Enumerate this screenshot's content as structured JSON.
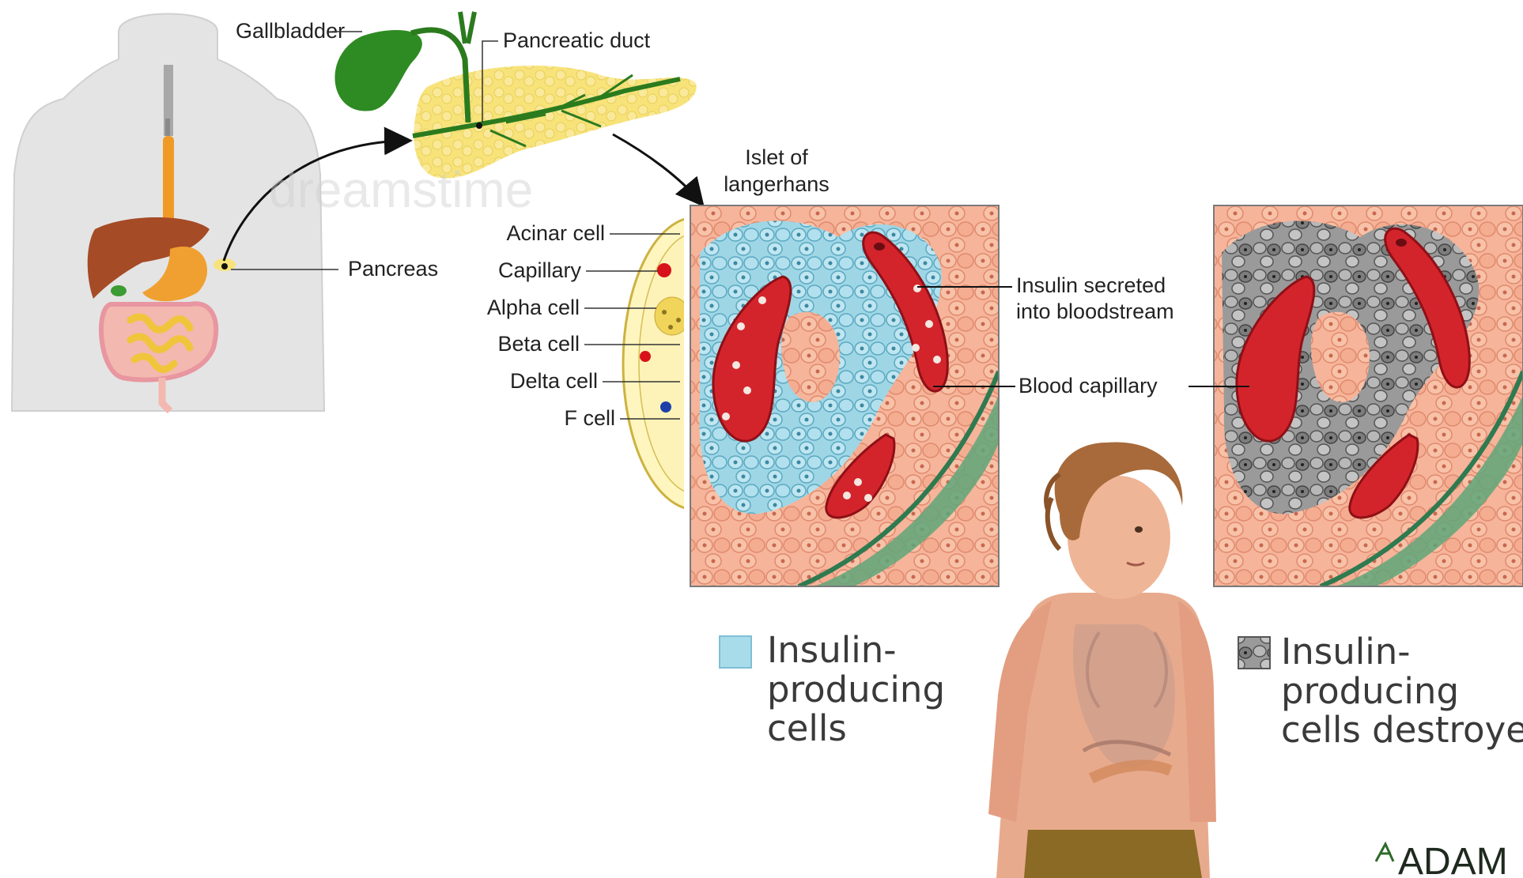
{
  "labels": {
    "gallbladder": "Gallbladder",
    "pancreatic_duct": "Pancreatic duct",
    "pancreas": "Pancreas",
    "islet_line1": "Islet of",
    "islet_line2": "langerhans",
    "acinar_cell": "Acinar cell",
    "capillary": "Capillary",
    "alpha_cell": "Alpha cell",
    "beta_cell": "Beta cell",
    "delta_cell": "Delta cell",
    "f_cell": "F cell",
    "insulin_line1": "Insulin secreted",
    "insulin_line2": "into bloodstream",
    "blood_capillary": "Blood capillary"
  },
  "legend": {
    "healthy_line1": "Insulin-",
    "healthy_line2": "producing",
    "healthy_line3": "cells",
    "destroyed_line1": "Insulin-",
    "destroyed_line2": "producing",
    "destroyed_line3": "cells destroyed"
  },
  "watermark": "dreamstime",
  "logo_text": "ADAM",
  "colors": {
    "insulin_cells": "#a9dcea",
    "destroyed_cells": "#8c8c8c",
    "capillary": "#d3242c",
    "pancreas": "#f7e37a",
    "gallbladder": "#2e8b23"
  }
}
